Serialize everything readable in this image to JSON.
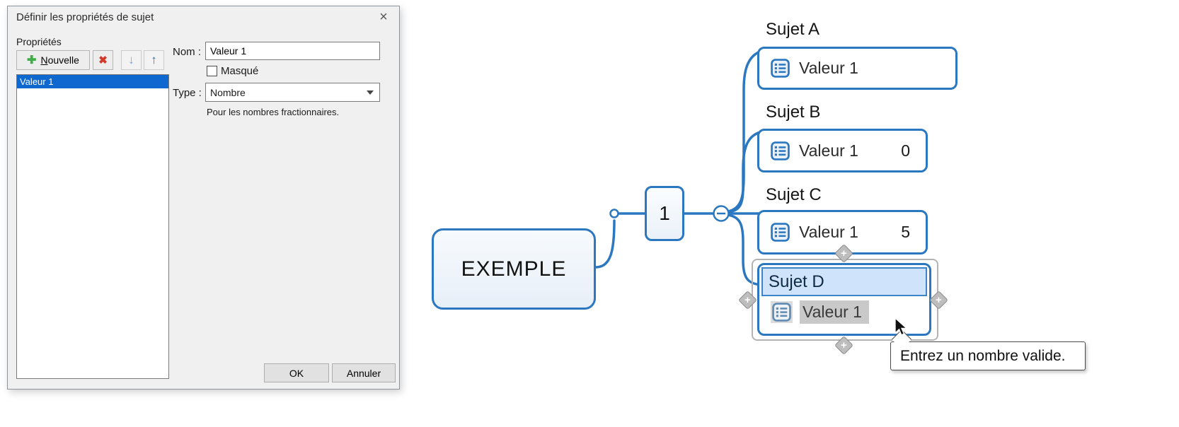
{
  "dialog": {
    "title": "Définir les propriétés de sujet",
    "close_glyph": "×",
    "group_label": "Propriétés",
    "toolbar": {
      "plus_glyph": "✚",
      "new_label_head": "N",
      "new_label_tail": "ouvelle",
      "delete_glyph": "✖",
      "down_glyph": "↓",
      "up_glyph": "↑"
    },
    "list": {
      "items": [
        {
          "label": "Valeur 1",
          "selected": true
        }
      ]
    },
    "fields": {
      "name_label": "Nom :",
      "name_value": "Valeur 1",
      "hidden_label": "Masqué",
      "hidden_checked": false,
      "type_label": "Type :",
      "type_value": "Nombre",
      "type_hint": "Pour les nombres fractionnaires."
    },
    "buttons": {
      "ok": "OK",
      "cancel": "Annuler"
    }
  },
  "map": {
    "central_topic": "EXEMPLE",
    "relation_label": "1",
    "collapse_glyph": "−",
    "topics": [
      {
        "name": "Sujet A",
        "property": "Valeur 1",
        "value": ""
      },
      {
        "name": "Sujet B",
        "property": "Valeur 1",
        "value": "0"
      },
      {
        "name": "Sujet C",
        "property": "Valeur 1",
        "value": "5"
      },
      {
        "name": "Sujet D",
        "property": "Valeur 1",
        "value": ""
      }
    ],
    "tooltip": "Entrez un nombre valide."
  },
  "colors": {
    "accent_blue": "#2b77c0",
    "selection_blue": "#0e68cf",
    "edit_highlight": "#cfe4fa",
    "handle_grey": "#bdbdbd"
  }
}
